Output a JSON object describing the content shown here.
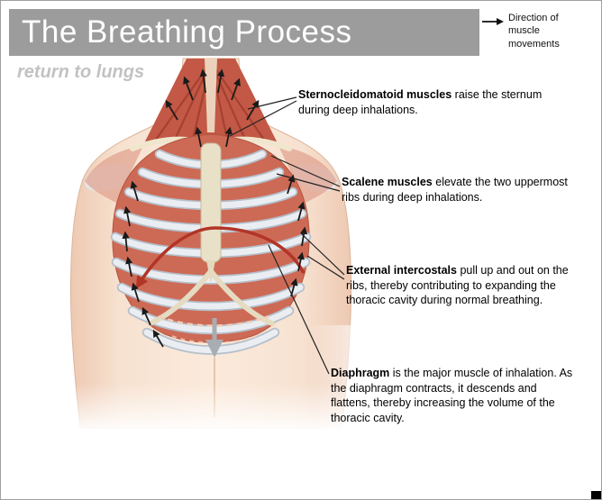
{
  "header": {
    "title": "The Breathing Process"
  },
  "legend": {
    "arrow_icon": "right-arrow",
    "text": "Direction of muscle movements"
  },
  "nav": {
    "return_link": "return to lungs"
  },
  "annotations": [
    {
      "term": "Sternocleidomatoid muscles",
      "description": "raise the sternum during deep inhalations."
    },
    {
      "term": "Scalene muscles",
      "description": "elevate the two uppermost ribs during deep inhalations."
    },
    {
      "term": "External intercostals",
      "description": "pull up and out on the ribs, thereby contributing to expanding the thoracic cavity during normal breathing."
    },
    {
      "term": "Diaphragm",
      "description": "is the major muscle of inhalation. As the diaphragm contracts, it descends and flattens, thereby increasing the volume of the thoracic cavity."
    }
  ],
  "colors": {
    "header_bg": "#9c9c9c",
    "title_text": "#ffffff",
    "subtitle_text": "#c2c2c2",
    "skin": "#f8e4d4",
    "muscle_red": "#c25845",
    "rib_pale": "#eaeef3",
    "diaphragm_line": "#b23527",
    "movement_arrow": "#1a1a1a"
  }
}
